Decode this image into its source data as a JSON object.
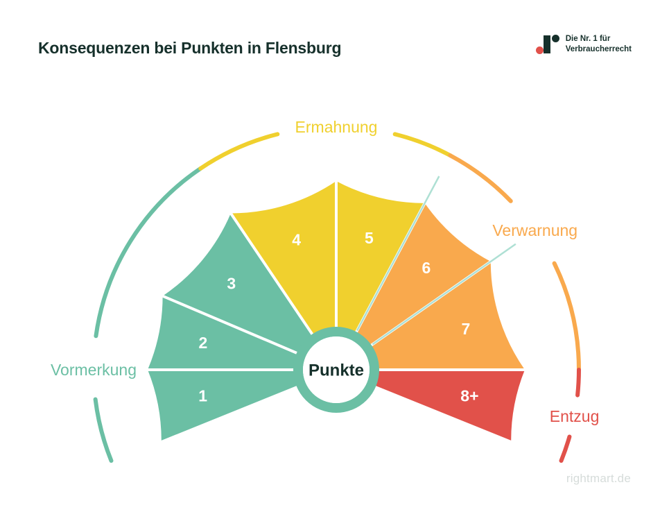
{
  "header": {
    "title": "Konsequenzen bei Punkten in Flensburg",
    "brand": {
      "line1": "Die Nr. 1 für",
      "line2": "Verbraucherrecht"
    }
  },
  "footer": {
    "watermark": "rightmart.de"
  },
  "gauge": {
    "center_label": "Punkte",
    "segments": [
      {
        "label": "1",
        "category": "Vormerkung",
        "color": "#6BBFA4",
        "a0": 202,
        "a1": 180
      },
      {
        "label": "2",
        "category": "Vormerkung",
        "color": "#6BBFA4",
        "a0": 180,
        "a1": 157
      },
      {
        "label": "3",
        "category": "Vormerkung",
        "color": "#6BBFA4",
        "a0": 157,
        "a1": 124
      },
      {
        "label": "4",
        "category": "Ermahnung",
        "color": "#F0D02E",
        "a0": 124,
        "a1": 90
      },
      {
        "label": "5",
        "category": "Ermahnung",
        "color": "#F0D02E",
        "a0": 90,
        "a1": 62
      },
      {
        "label": "6",
        "category": "Verwarnung",
        "color": "#F9A94D",
        "a0": 62,
        "a1": 35
      },
      {
        "label": "7",
        "category": "Verwarnung",
        "color": "#F9A94D",
        "a0": 35,
        "a1": 0
      },
      {
        "label": "8+",
        "category": "Entzug",
        "color": "#E1514A",
        "a0": 0,
        "a1": -22
      }
    ],
    "categories": [
      {
        "name": "Vormerkung",
        "color": "#6BBFA4",
        "label_angle": 180,
        "arc_start": 202,
        "arc_end": 124,
        "gap_start": 187,
        "gap_end": 172
      },
      {
        "name": "Ermahnung",
        "color": "#F0D02E",
        "label_angle": 90,
        "arc_start": 124,
        "arc_end": 62,
        "gap_start": 104,
        "gap_end": 76
      },
      {
        "name": "Verwarnung",
        "color": "#F9A94D",
        "label_angle": 35,
        "arc_start": 62,
        "arc_end": 0,
        "gap_start": 44,
        "gap_end": 26
      },
      {
        "name": "Entzug",
        "color": "#E1514A",
        "label_angle": -11,
        "arc_start": 0,
        "arc_end": -22,
        "gap_start": -6,
        "gap_end": -16
      }
    ]
  },
  "colors": {
    "teal": "#6BBFA4",
    "yellow": "#F0D02E",
    "orange": "#F9A94D",
    "red": "#E1514A",
    "dark": "#16302B",
    "watermark_gray": "#D6DCDA",
    "background": "#FFFFFF"
  }
}
